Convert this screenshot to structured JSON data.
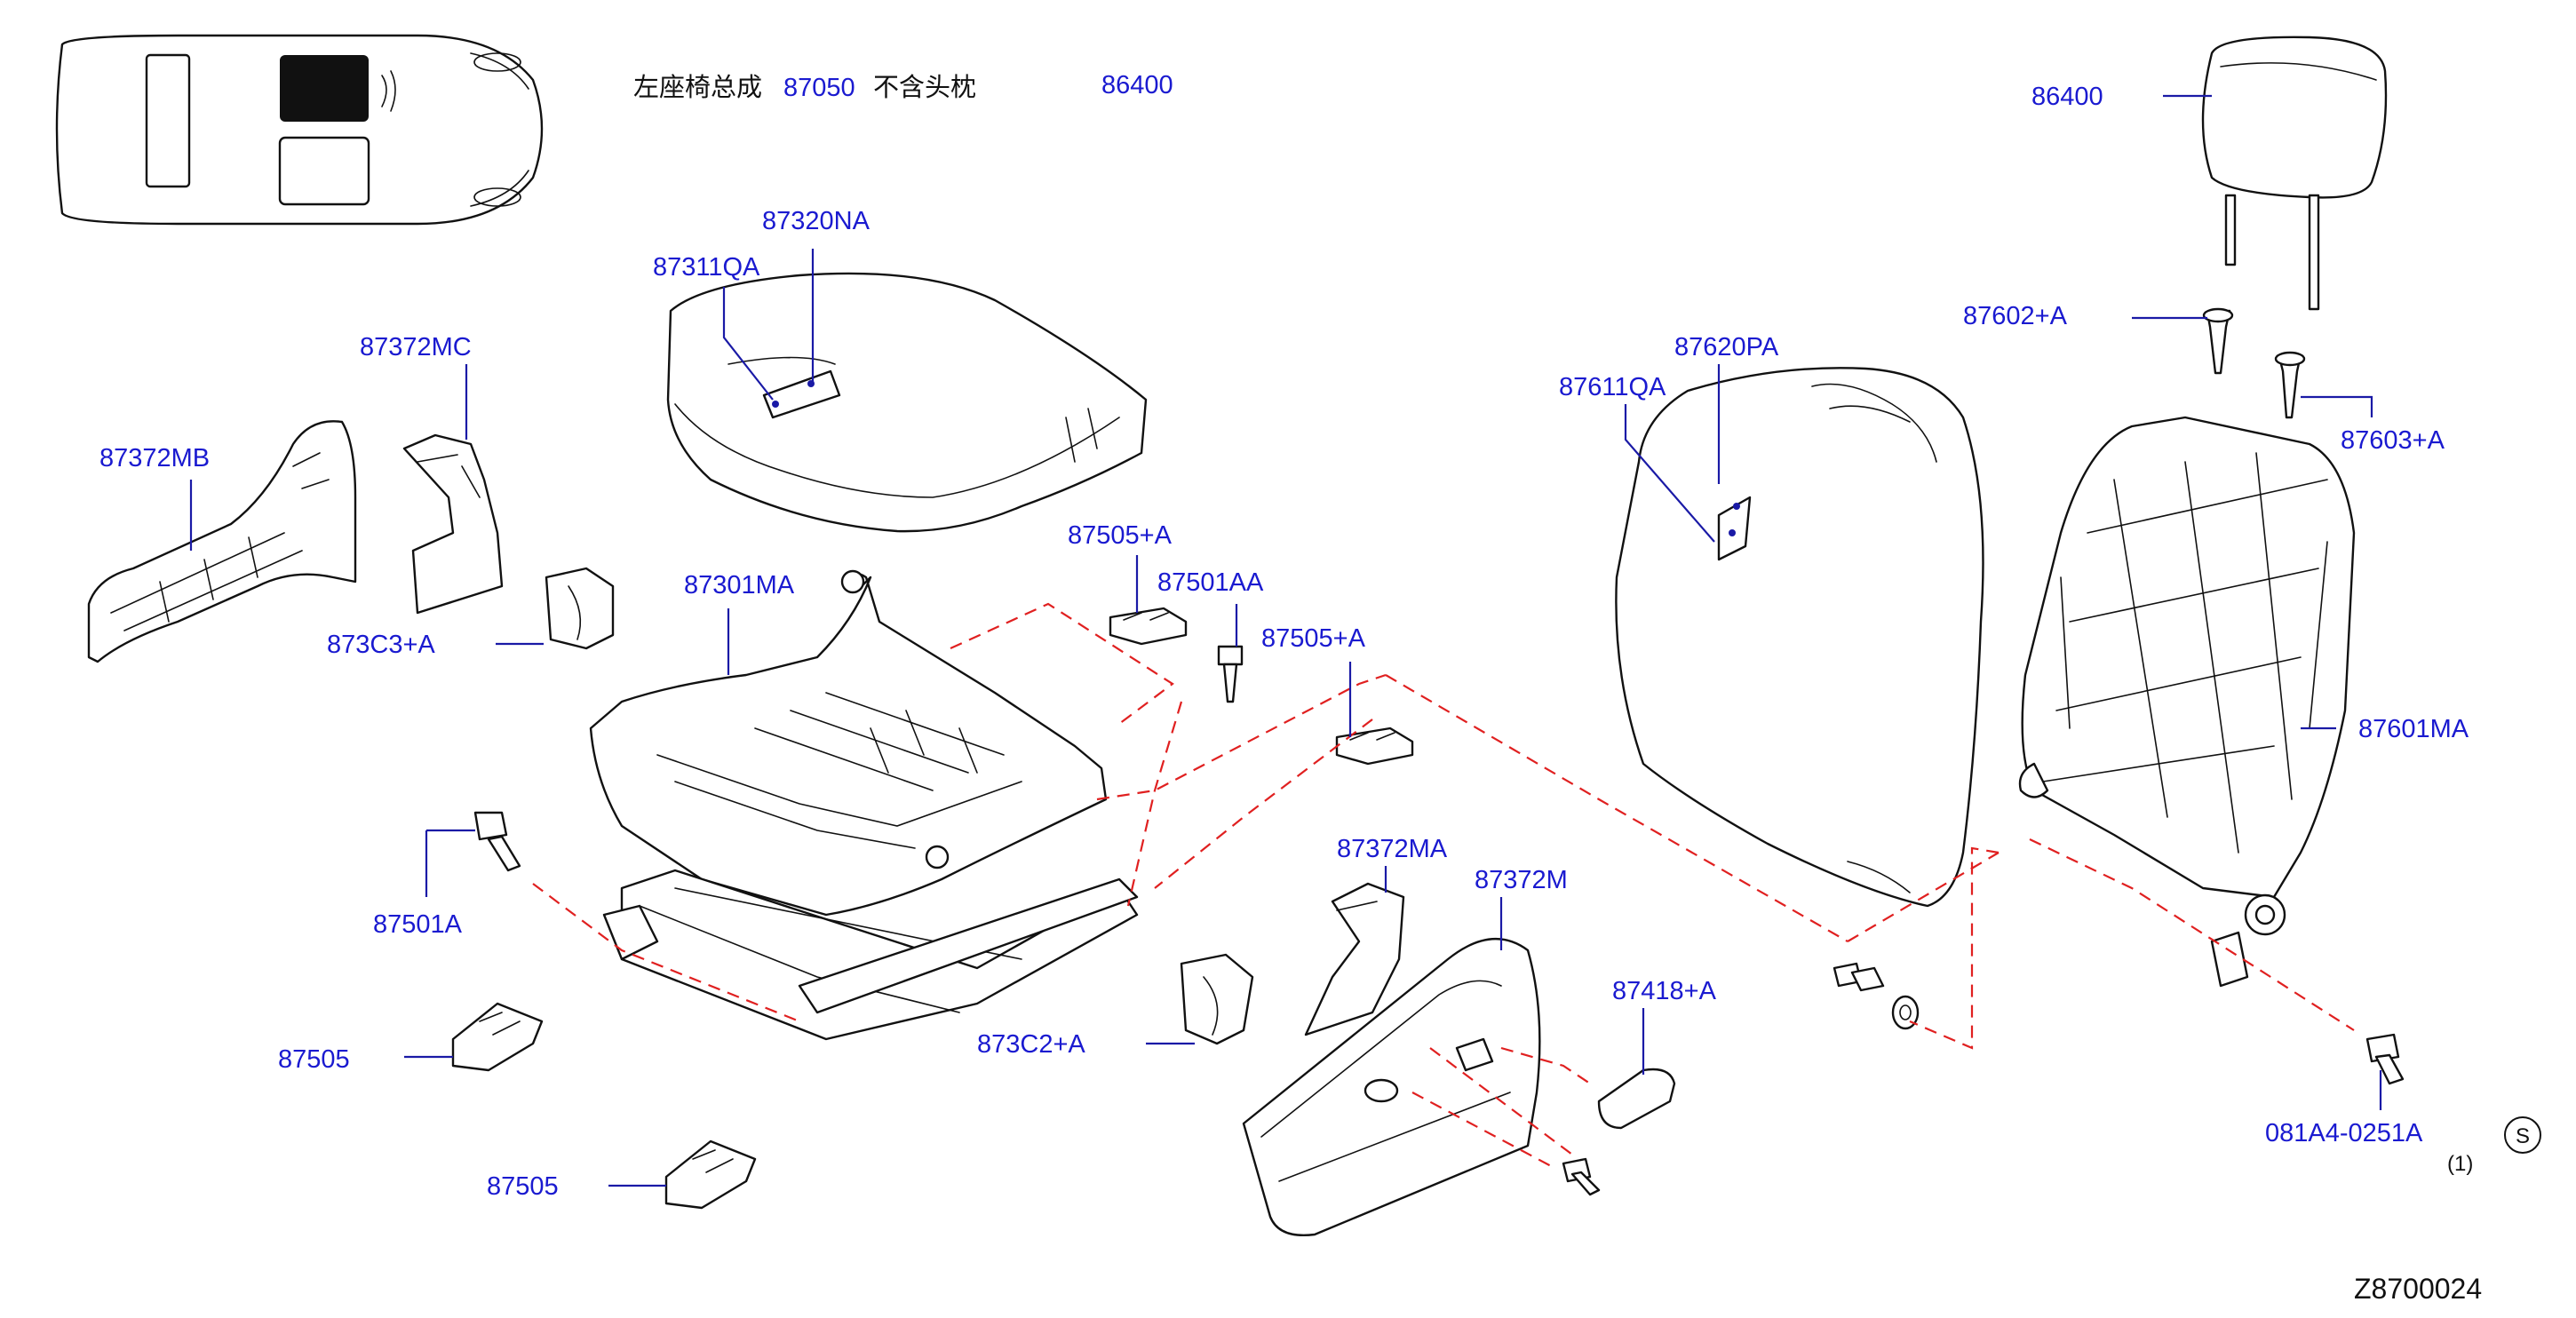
{
  "header": {
    "title_prefix": "左座椅总成",
    "title_number": "87050",
    "title_suffix": "不含头枕",
    "top_number": "86400"
  },
  "parts": {
    "headrest": "86400",
    "cushion_trim": "87320NA",
    "cushion_pad": "87311QA",
    "inner_cover_mc": "87372MC",
    "inner_cover_mb": "87372MB",
    "clip_c3": "873C3+A",
    "cushion_frame": "87301MA",
    "bracket_505_upper": "87505+A",
    "bolt_501aa": "87501AA",
    "bracket_505_mid": "87505+A",
    "bolt_501a": "87501A",
    "cover_505_a": "87505",
    "cover_505_b": "87505",
    "clip_c2": "873C2+A",
    "finisher_ma": "87372MA",
    "finisher_m": "87372M",
    "knob": "87418+A",
    "back_trim": "87620PA",
    "back_pad": "87611QA",
    "holder_602": "87602+A",
    "holder_603": "87603+A",
    "back_frame": "87601MA",
    "bolt_081": "081A4-0251A"
  },
  "symbols": {
    "circle_s": "S",
    "qty": "(1)"
  },
  "diagram_code": "Z8700024"
}
